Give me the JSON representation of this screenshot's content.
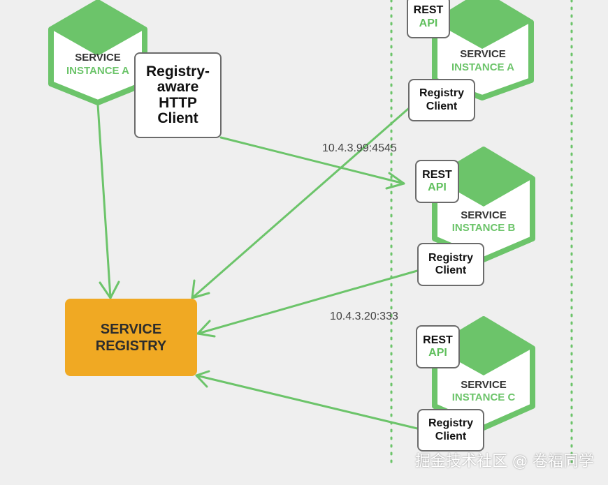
{
  "client_instance": {
    "title": "SERVICE",
    "subtitle": "INSTANCE A"
  },
  "http_client": {
    "lines": [
      "Registry-",
      "aware",
      "HTTP",
      "Client"
    ]
  },
  "instances": [
    {
      "title": "SERVICE",
      "subtitle": "INSTANCE A",
      "rest": [
        "REST",
        "API"
      ],
      "client": [
        "Registry",
        "Client"
      ]
    },
    {
      "title": "SERVICE",
      "subtitle": "INSTANCE B",
      "rest": [
        "REST",
        "API"
      ],
      "client": [
        "Registry",
        "Client"
      ]
    },
    {
      "title": "SERVICE",
      "subtitle": "INSTANCE C",
      "rest": [
        "REST",
        "API"
      ],
      "client": [
        "Registry",
        "Client"
      ]
    }
  ],
  "addresses": [
    "10.4.3.99:4545",
    "10.4.3.20:333"
  ],
  "registry": {
    "line1": "SERVICE",
    "line2": "REGISTRY"
  },
  "watermark": "掘金技术社区 @ 卷福同学",
  "colors": {
    "green": "#6cc46a",
    "registry": "#f0a923",
    "background": "#efefef"
  }
}
